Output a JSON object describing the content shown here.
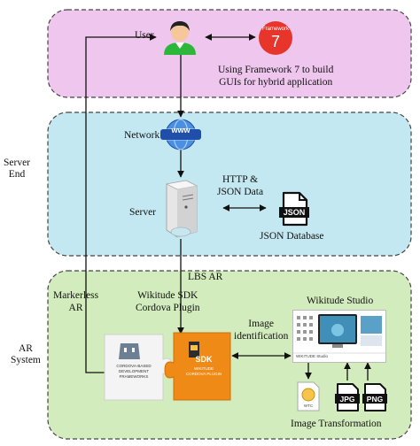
{
  "colors": {
    "user_zone_fill": "#eec6ee",
    "server_zone_fill": "#c4e8f2",
    "ar_zone_fill": "#d3ecbd",
    "zone_border": "#444444",
    "arrow": "#111111",
    "framework_red": "#e8352b",
    "sdk_orange": "#f08a16",
    "user_green": "#2db73a",
    "www_blue": "#2a6fc9"
  },
  "zones": {
    "server_end_label": "Server\nEnd",
    "ar_system_label": "AR\nSystem"
  },
  "nodes": {
    "user_label": "User",
    "framework_icon_text": "Framework",
    "framework_icon_number": "7",
    "framework_caption": "Using Framework 7 to build\nGUIs for hybrid application",
    "network_label": "Network",
    "www_text": "www",
    "server_label": "Server",
    "http_json_label": "HTTP &\nJSON Data",
    "json_icon_text": "JSON",
    "json_db_label": "JSON Database",
    "lbs_ar_label": "LBS AR",
    "wikitude_sdk_label": "Wikitude SDK\nCordova Plugin",
    "markerless_label": "Markerless\nAR",
    "image_identification_label": "Image\nidentification",
    "wikitude_studio_label": "Wikitude Studio",
    "studio_brand": "WIKITUDE Studio",
    "cordova_piece_text": "CORDOVA-BASED\nDEVELOPMENT\nFRAMEWORKS",
    "sdk_piece_text": "SDK",
    "sdk_piece_sub": "WIKITUDE\nCORDOVA PLUGIN",
    "wtc_text": "WTC",
    "jpg_text": "JPG",
    "png_text": "PNG",
    "image_transformation_label": "Image Transformation"
  }
}
